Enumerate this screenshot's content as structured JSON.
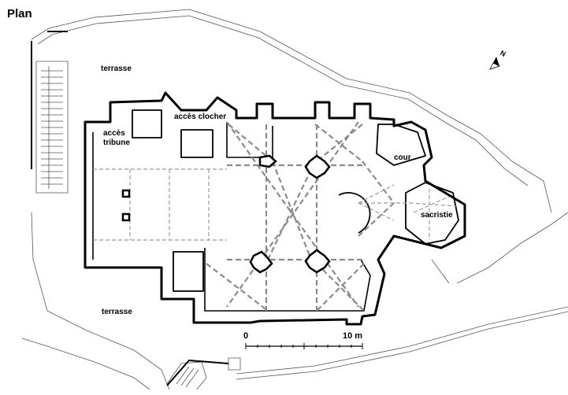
{
  "title": "Plan",
  "labels": {
    "terrasse_top": "terrasse",
    "terrasse_bottom": "terrasse",
    "acces_clocher": "accès clocher",
    "acces_tribune_1": "accès",
    "acces_tribune_2": "tribune",
    "cour": "cour",
    "sacristie": "sacristie"
  },
  "north": "N",
  "scale": {
    "start": "0",
    "end": "10 m"
  },
  "colors": {
    "wall": "#000000",
    "vault_rib": "#8a8a8a",
    "ground_line": "#555555"
  }
}
